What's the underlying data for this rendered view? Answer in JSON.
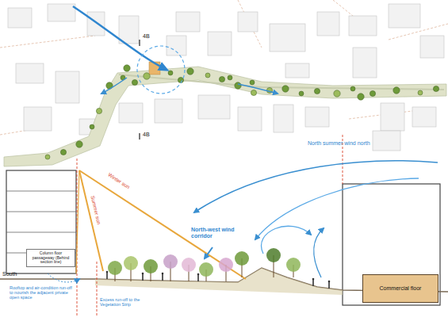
{
  "diagram": {
    "nodes": [
      {
        "text": [
          "Column floor passageway (Behind section line)"
        ]
      },
      {
        "text": [
          "Commercial floor"
        ]
      }
    ],
    "labels": [
      "4B",
      "4B",
      "North summer wind north",
      "Winter sun",
      "Summer sun",
      "North-west wind corridor",
      "South",
      "North",
      "Rooftop and air-condition run-off to nourish the adjacent private open space",
      "Excess run-off to the Vegetation Strip"
    ]
  }
}
